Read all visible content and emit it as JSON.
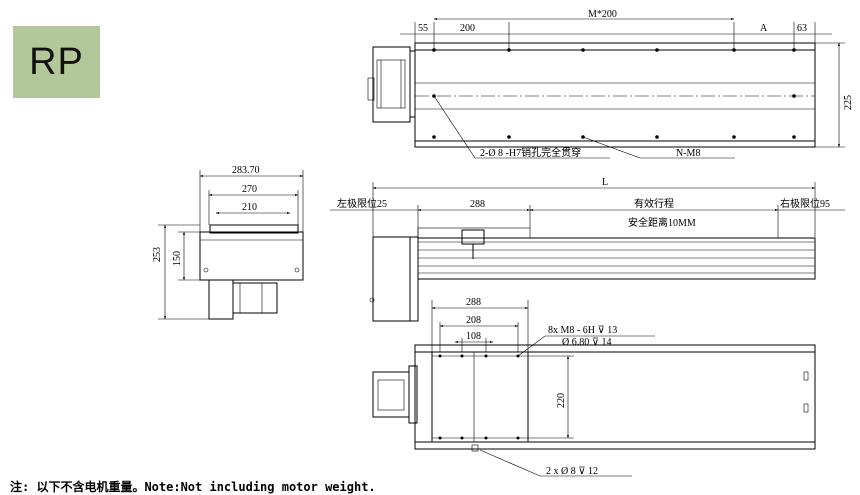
{
  "badge": {
    "label": "RP",
    "color": "#b2c79a"
  },
  "top_view": {
    "dims": {
      "a": "55",
      "b": "200",
      "c": "M*200",
      "d": "A",
      "e": "63",
      "h": "225"
    },
    "callout_pin": "2-Ø 8 -H7销孔完全贯穿",
    "callout_holes": "N-M8"
  },
  "end_view": {
    "dims": {
      "w1": "283.70",
      "w2": "270",
      "w3": "210",
      "h1": "253",
      "h2": "150"
    }
  },
  "side_view": {
    "length": "L",
    "left_limit": "左极限位25",
    "right_limit": "右极限位95",
    "carriage": "288",
    "stroke": "有效行程",
    "safety": "安全距离10MM"
  },
  "carriage_view": {
    "dims": {
      "w1": "288",
      "w2": "208",
      "w3": "108",
      "h": "220"
    },
    "callout_thread": "8x  M8 - 6H ⊽ 13",
    "callout_bore": "Ø 6.80 ⊽ 14",
    "callout_pin": "2 x Ø 8 ⊽ 12"
  },
  "footnote": "注: 以下不含电机重量。Note:Not including motor weight."
}
